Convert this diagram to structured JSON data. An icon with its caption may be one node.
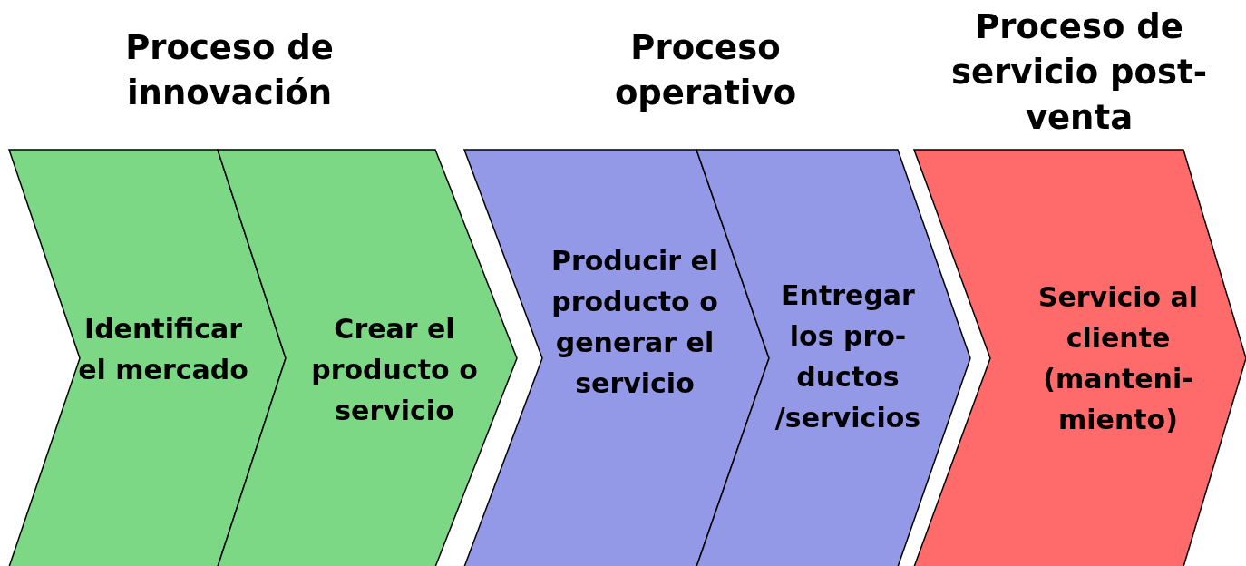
{
  "diagram": {
    "nodes": [
      {
        "text": [
          "Identificar el mercado"
        ]
      },
      {
        "text": [
          "Crear el producto o servicio"
        ]
      },
      {
        "text": [
          "Producir el producto o generar el servicio"
        ]
      },
      {
        "text": [
          "Entregar los pro- ductos /servicios"
        ]
      },
      {
        "text": [
          "Servicio al cliente (manteni- miento)"
        ]
      }
    ],
    "labels": [
      "Proceso de innovación",
      "Proceso operativo",
      "Proceso de servicio post-venta"
    ]
  }
}
